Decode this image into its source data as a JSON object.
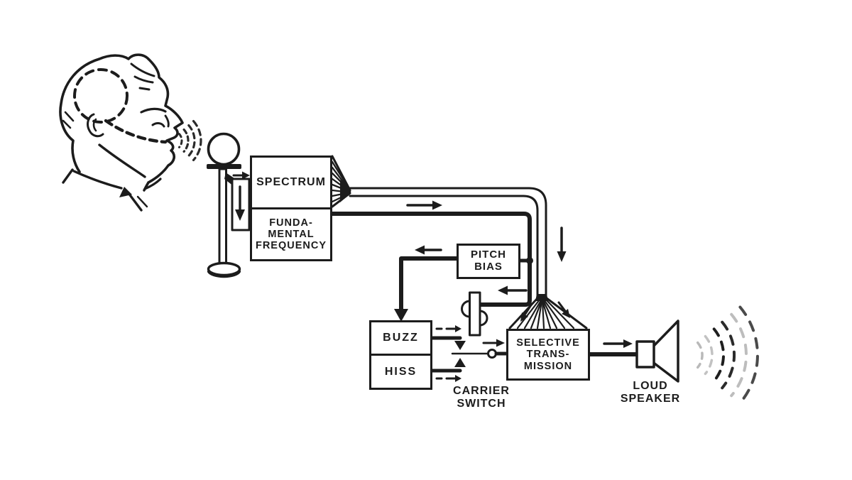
{
  "colors": {
    "ink": "#1c1c1c",
    "background": "#ffffff",
    "wave_gray_light": "#bdbdbd",
    "wave_gray_mid": "#4a4a4a"
  },
  "boxes": {
    "spectrum": {
      "label": "SPECTRUM"
    },
    "fundamental": {
      "lines": [
        "FUNDA-",
        "MENTAL",
        "FREQUENCY"
      ]
    },
    "pitch_bias": {
      "lines": [
        "PITCH",
        "BIAS"
      ]
    },
    "buzz": {
      "label": "BUZZ"
    },
    "hiss": {
      "label": "HISS"
    },
    "selective": {
      "lines": [
        "SELECTIVE",
        "TRANS-",
        "MISSION"
      ]
    }
  },
  "labels": {
    "carrier_switch": {
      "lines": [
        "CARRIER",
        "SWITCH"
      ]
    },
    "loud_speaker": {
      "lines": [
        "LOUD",
        "SPEAKER"
      ]
    }
  },
  "icons": {
    "figure": "speaking-man-icon",
    "skull_overlay": "skull-dashed-circle-icon",
    "mouth_waves": "speech-waves-icon",
    "larynx_arrow": "larynx-up-arrow-icon",
    "microphone": "microphone-icon",
    "pickup_box": "mic-pickup-box",
    "fanout": "spectrum-fanout-icon",
    "cable": "multichannel-cable",
    "fanin": "channel-fanin-icon",
    "switch_lever": "switch-lever-icon",
    "switch_contact": "switch-contact-icon",
    "speaker": "loudspeaker-horn-icon",
    "output_waves": "sound-waves-icon"
  }
}
